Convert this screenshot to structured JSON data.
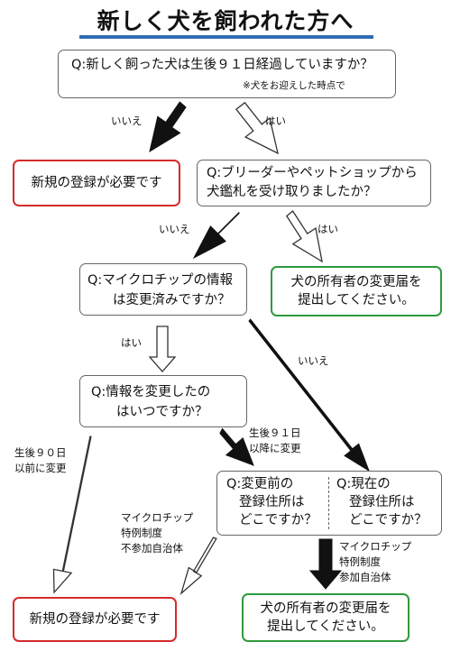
{
  "title": "新しく犬を飼われた方へ",
  "q1": {
    "line1": "Q:新しく飼った犬は生後９１日経過していますか？",
    "note": "※犬をお迎えした時点で"
  },
  "labels": {
    "no": "いいえ",
    "yes": "はい",
    "after91_l1": "生後９１日",
    "after91_l2": "以降に変更",
    "before90_l1": "生後９０日",
    "before90_l2": "以前に変更",
    "nonpart_l1": "マイクロチップ",
    "nonpart_l2": "特例制度",
    "nonpart_l3": "不参加自治体",
    "part_l1": "マイクロチップ",
    "part_l2": "特例制度",
    "part_l3": "参加自治体"
  },
  "result_new_reg": "新規の登録が必要です",
  "q2": {
    "line1": "Q:ブリーダーやペットショップから",
    "line2": "犬鑑札を受け取りましたか？"
  },
  "result_change": {
    "line1": "犬の所有者の変更届を",
    "line2": "提出してください。"
  },
  "q3": {
    "line1": "Q:マイクロチップの情報",
    "line2": "は変更済みですか？"
  },
  "q4": {
    "line1": "Q:情報を変更したの",
    "line2": "はいつですか？"
  },
  "q5": {
    "left_l1": "Q:変更前の",
    "left_l2": "登録住所は",
    "left_l3": "どこですか？",
    "right_l1": "Q:現在の",
    "right_l2": "登録住所は",
    "right_l3": "どこですか？"
  },
  "colors": {
    "title_underline": "#2f6db3",
    "red_border": "#d42b2b",
    "green_border": "#2f9a3e",
    "arrow_fill": "#111111"
  }
}
